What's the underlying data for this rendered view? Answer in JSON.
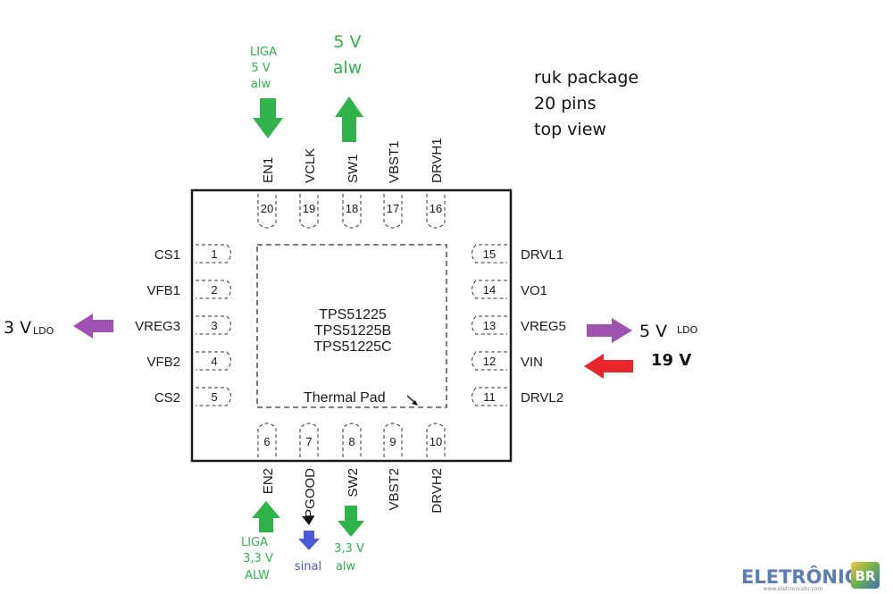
{
  "chip": {
    "part_numbers": [
      "TPS51225",
      "TPS51225B",
      "TPS51225C"
    ],
    "thermal_pad_label": "Thermal Pad"
  },
  "package_note": [
    "ruk package",
    "20 pins",
    "top view"
  ],
  "pins": {
    "left": [
      {
        "num": "1",
        "name": "CS1"
      },
      {
        "num": "2",
        "name": "VFB1"
      },
      {
        "num": "3",
        "name": "VREG3"
      },
      {
        "num": "4",
        "name": "VFB2"
      },
      {
        "num": "5",
        "name": "CS2"
      }
    ],
    "right": [
      {
        "num": "15",
        "name": "DRVL1"
      },
      {
        "num": "14",
        "name": "VO1"
      },
      {
        "num": "13",
        "name": "VREG5"
      },
      {
        "num": "12",
        "name": "VIN"
      },
      {
        "num": "11",
        "name": "DRVL2"
      }
    ],
    "top": [
      {
        "num": "20",
        "name": "EN1"
      },
      {
        "num": "19",
        "name": "VCLK"
      },
      {
        "num": "18",
        "name": "SW1"
      },
      {
        "num": "17",
        "name": "VBST1"
      },
      {
        "num": "16",
        "name": "DRVH1"
      }
    ],
    "bottom": [
      {
        "num": "6",
        "name": "EN2"
      },
      {
        "num": "7",
        "name": "PGOOD"
      },
      {
        "num": "8",
        "name": "SW2"
      },
      {
        "num": "9",
        "name": "VBST2"
      },
      {
        "num": "10",
        "name": "DRVH2"
      }
    ]
  },
  "annotations": {
    "en1": [
      "LIGA",
      "5 V",
      "alw"
    ],
    "sw1": [
      "5 V",
      "alw"
    ],
    "en2": [
      "LIGA",
      "3,3 V",
      "ALW"
    ],
    "pgood": [
      "sinal"
    ],
    "sw2": [
      "3,3 V",
      "alw"
    ],
    "vreg3": {
      "main": "3 V",
      "sub": "LDO"
    },
    "vreg5": {
      "main": "5 V",
      "sub": "LDO"
    },
    "vin": "19 V"
  },
  "logo": {
    "text": "ELETRÔNICA",
    "badge": "BR",
    "url": "www.eletronicabr.com"
  },
  "colors": {
    "green": "#2fb34a",
    "purple": "#a052b0",
    "red": "#e8262b",
    "blue": "#4a5ad8",
    "logo": "#5b7fb2"
  },
  "icons": {
    "output_arrow": "arrow-icon",
    "input_arrow": "arrow-icon"
  }
}
